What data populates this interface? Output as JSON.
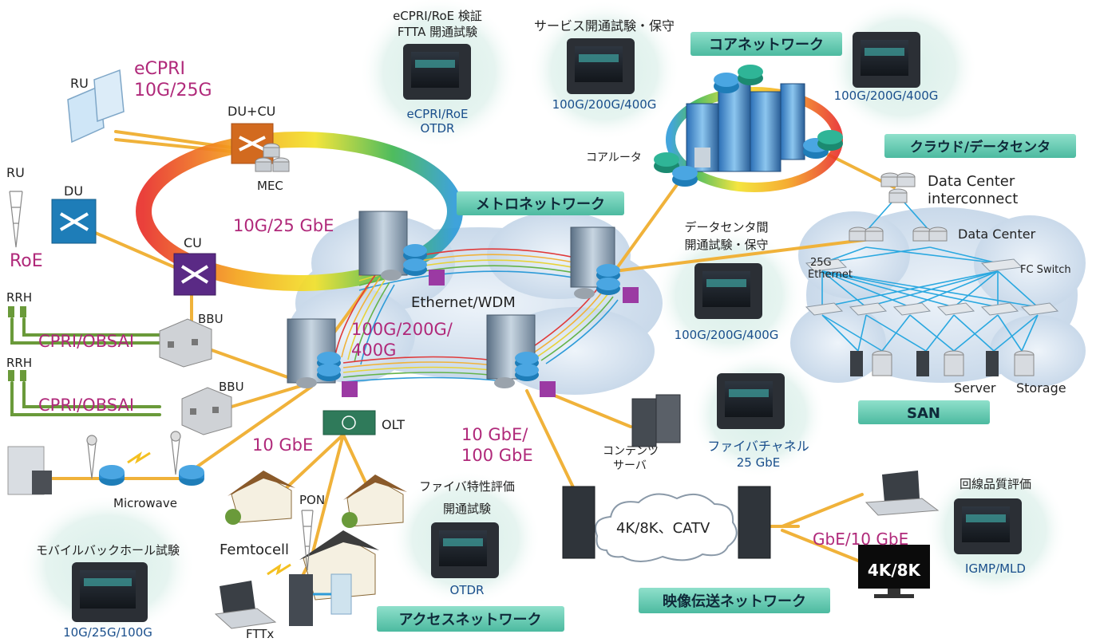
{
  "colors": {
    "magenta": "#b0297a",
    "blue": "#1a4f8c",
    "orange_link": "#f0b23a",
    "green_link": "#6a9a3a",
    "badge": "#5ec8b0",
    "cyan_link": "#2aa8e0"
  },
  "sections": {
    "core": "コアネットワーク",
    "cloud": "クラウド/データセンタ",
    "metro": "メトロネットワーク",
    "san": "SAN",
    "access": "アクセスネットワーク",
    "video": "映像伝送ネットワーク"
  },
  "tests": {
    "eCPRI_title1": "eCPRI/RoE 検証",
    "eCPRI_title2": "FTTA 開通試験",
    "eCPRI_spec1": "eCPRI/RoE",
    "eCPRI_spec2": "OTDR",
    "service_title": "サービス開通試験・保守",
    "service_spec": "100G/200G/400G",
    "core_spec": "100G/200G/400G",
    "dci_title1": "データセンタ間",
    "dci_title2": "開通試験・保守",
    "dci_spec": "100G/200G/400G",
    "fc_title": "ファイバチャネル",
    "fc_spec": "25 GbE",
    "fiber_title1": "ファイバ特性評価",
    "fiber_title2": "開通試験",
    "fiber_spec": "OTDR",
    "mobile_title": "モバイルバックホール試験",
    "mobile_spec": "10G/25G/100G",
    "line_title": "回線品質評価",
    "line_spec": "IGMP/MLD"
  },
  "labels": {
    "ru1": "RU",
    "ecpri1": "eCPRI",
    "ecpri2": "10G/25G",
    "ducu": "DU+CU",
    "mec": "MEC",
    "ru2": "RU",
    "du": "DU",
    "roe": "RoE",
    "cu": "CU",
    "ring_speed": "10G/25 GbE",
    "rrh1": "RRH",
    "bbu1": "BBU",
    "cpri1": "CPRI/OBSAI",
    "rrh2": "RRH",
    "bbu2": "BBU",
    "cpri2": "CPRI/OBSAI",
    "eth_wdm": "Ethernet/WDM",
    "metro_speed1": "100G/200G/",
    "metro_speed2": "400G",
    "core_router": "コアルータ",
    "dc_interconnect1": "Data Center",
    "dc_interconnect2": "interconnect",
    "data_center": "Data Center",
    "eth25_1": "25G",
    "eth25_2": "Ethernet",
    "fc_switch": "FC Switch",
    "server": "Server",
    "storage": "Storage",
    "olt": "OLT",
    "tengbe": "10 GbE",
    "tengbe2_1": "10 GbE/",
    "tengbe2_2": "100 GbE",
    "contents1": "コンテンツ",
    "contents2": "サーバ",
    "microwave": "Microwave",
    "pon": "PON",
    "femtocell": "Femtocell",
    "fttx": "FTTx",
    "catv": "4K/8K、CATV",
    "gbe": "GbE/10 GbE",
    "screen4k": "4K/8K"
  }
}
